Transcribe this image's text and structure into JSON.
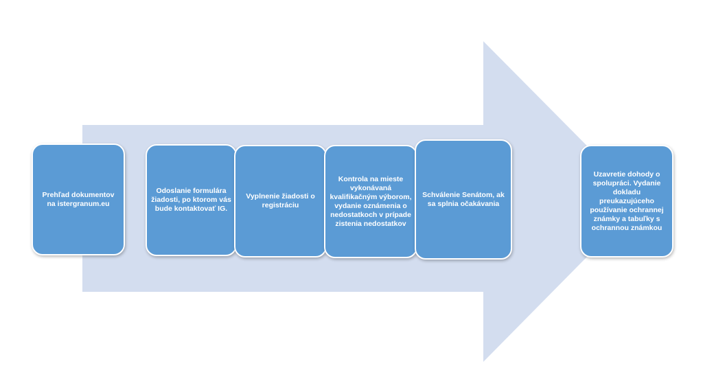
{
  "colors": {
    "arrow": "#d3ddef",
    "step_box": "#5b9bd5",
    "step_text": "#ffffff"
  },
  "steps": [
    {
      "text": "Prehľad dokumentov na istergranum.eu"
    },
    {
      "text": "Odoslanie formulára žiadosti, po ktorom vás bude kontaktovať IG."
    },
    {
      "text": "Vyplnenie žiadosti o registráciu"
    },
    {
      "text": "Kontrola na mieste vykonávaná kvalifikačným výborom, vydanie oznámenia o nedostatkoch v prípade zistenia nedostatkov"
    },
    {
      "text": "Schválenie Senátom, ak sa splnia očakávania"
    },
    {
      "text": "Uzavretie dohody o spolupráci. Vydanie dokladu preukazujúceho používanie ochrannej známky a tabuľky s ochrannou známkou"
    }
  ]
}
